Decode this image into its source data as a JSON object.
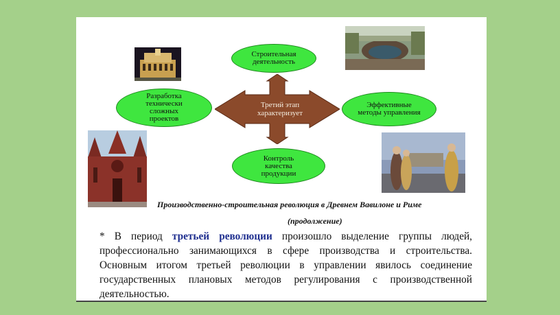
{
  "diagram": {
    "center": {
      "line1": "Третий этап",
      "line2": "характеризует"
    },
    "nodes": {
      "top": {
        "lines": [
          "Строительная",
          "деятельность"
        ]
      },
      "left": {
        "lines": [
          "Разработка",
          "технически",
          "сложных",
          "проектов"
        ]
      },
      "right": {
        "lines": [
          "Эффективные",
          "методы управления"
        ]
      },
      "bottom": {
        "lines": [
          "Контроль",
          "качества",
          "продукции"
        ]
      }
    },
    "colors": {
      "oval_fill": "#3fe63f",
      "arrow_fill": "#8b4a2b",
      "slide_bg": "#ffffff",
      "page_bg": "#a4d08a"
    }
  },
  "caption": {
    "line1": "Производственно-строительная революция в Древнем Вавилоне и Риме",
    "line2": "(продолжение)"
  },
  "body": {
    "prefix": "* В период ",
    "highlight": "третьей революции",
    "rest": " произошло выделение группы людей, профессионально занимающихся в сфере производства и строительства. Основным итогом третьей революции в управлении явилось соединение государственных плановых методов регулирования с производственной деятельностью."
  },
  "images": {
    "top_left": "night-building-photo",
    "top_right": "ancient-city-photo",
    "left": "cathedral-photo",
    "right": "ancient-figures-painting"
  }
}
